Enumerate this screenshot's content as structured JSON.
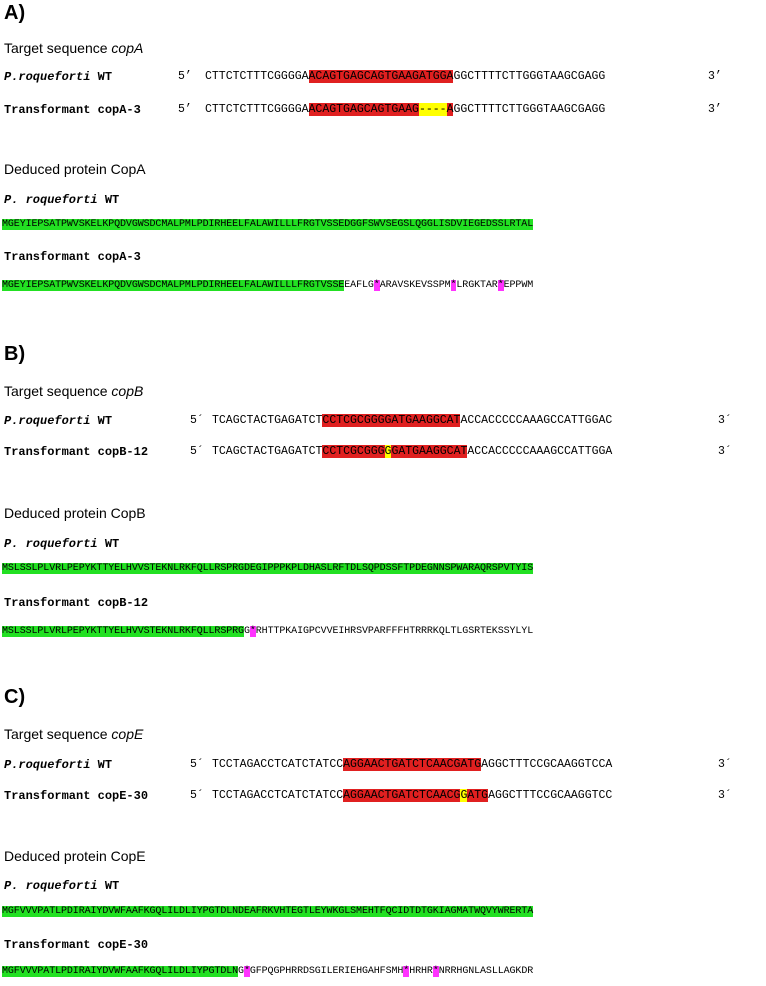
{
  "panels": [
    {
      "letter": "A)",
      "target_prefix": "Target sequence ",
      "gene": "copA",
      "wt_label_italic": "P.roqueforti",
      "wt_label_rest": " WT",
      "tr_label": "Transformant copA-3",
      "five": "5’",
      "three": "3’",
      "wt_seq": {
        "pre": "CTTCTCTTTCGGGGA",
        "red": "ACAGTGAGCAGTGAAGATGGA",
        "post": "GGCTTTTCTTGGGTAAGCGAGG"
      },
      "tr_seq": {
        "pre": "CTTCTCTTTCGGGGA",
        "red1": "ACAGTGAGCAGTGAAG",
        "yel": "----",
        "red2": "A",
        "post": "GGCTTTTCTTGGGTAAGCGAGG"
      },
      "protein_heading": "Deduced protein CopA",
      "prot_wt_label_italic": "P. roqueforti",
      "prot_wt_label_rest": " WT",
      "prot_tr_label": "Transformant copA-3",
      "prot_wt": "MGEYIEPSATPWVSKELKPQDVGWSDCMALPMLPDIRHEELFALAWILLLFRGTVSSEDGGFSWVSEGSLQGGLISDVIEGEDSSLRTAL",
      "prot_tr": [
        {
          "t": "MGEYIEPSATPWVSKELKPQDVGWSDCMALPMLPDIRHEELFALAWILLLFRGTVSSE",
          "c": "grn"
        },
        {
          "t": "EAFLG",
          "c": ""
        },
        {
          "t": "*",
          "c": "mag"
        },
        {
          "t": "ARAVSKEVSSPM",
          "c": ""
        },
        {
          "t": "*",
          "c": "mag"
        },
        {
          "t": "LRGKTAR",
          "c": ""
        },
        {
          "t": "*",
          "c": "mag"
        },
        {
          "t": "EPPWM",
          "c": ""
        }
      ]
    },
    {
      "letter": "B)",
      "target_prefix": "Target sequence ",
      "gene": "copB",
      "wt_label_italic": "P.roqueforti",
      "wt_label_rest": " WT",
      "tr_label": "Transformant copB-12",
      "five": "5´",
      "three": "3´",
      "wt_seq": {
        "pre": "TCAGCTACTGAGATCT",
        "red": "CCTCGCGGGGATGAAGGCAT",
        "post": "ACCACCCCCAAAGCCATTGGAC"
      },
      "tr_seq": {
        "pre": "TCAGCTACTGAGATCT",
        "red1": "CCTCGCGGG",
        "yel": "G",
        "red2": "GATGAAGGCAT",
        "post": "ACCACCCCCAAAGCCATTGGA"
      },
      "protein_heading": "Deduced protein CopB",
      "prot_wt_label_italic": "P. roqueforti",
      "prot_wt_label_rest": " WT",
      "prot_tr_label": "Transformant copB-12",
      "prot_wt": "MSLSSLPLVRLPEPYKTTYELHVVSTEKNLRKFQLLRSPRGDEGIPPPKPLDHASLRFTDLSQPDSSFTPDEGNNSPWARAQRSPVTYIS",
      "prot_tr": [
        {
          "t": "MSLSSLPLVRLPEPYKTTYELHVVSTEKNLRKFQLLRSPRG",
          "c": "grn"
        },
        {
          "t": "G",
          "c": ""
        },
        {
          "t": "*",
          "c": "mag"
        },
        {
          "t": "RHTTPKAIGPCVVEIHRSVPARFFFHTRRRKQLTLGSRTEKSSYLYL",
          "c": ""
        }
      ]
    },
    {
      "letter": "C)",
      "target_prefix": "Target sequence ",
      "gene": "copE",
      "wt_label_italic": "P.roqueforti",
      "wt_label_rest": " WT",
      "tr_label": "Transformant copE-30",
      "five": "5´",
      "three": "3´",
      "wt_seq": {
        "pre": "TCCTAGACCTCATCTATCC",
        "red": "AGGAACTGATCTCAACGATG",
        "post": "AGGCTTTCCGCAAGGTCCA"
      },
      "tr_seq": {
        "pre": "TCCTAGACCTCATCTATCC",
        "red1": "AGGAACTGATCTCAACG",
        "yel": "G",
        "red2": "ATG",
        "post": "AGGCTTTCCGCAAGGTCC"
      },
      "protein_heading": "Deduced protein CopE",
      "prot_wt_label_italic": "P. roqueforti",
      "prot_wt_label_rest": " WT",
      "prot_tr_label": "Transformant copE-30",
      "prot_wt": "MGFVVVPATLPDIRAIYDVWFAAFKGQLILDLIYPGTDLNDEAFRKVHTEGTLEYWKGLSMEHTFQCIDTDTGKIAGMATWQVYWRERTA",
      "prot_tr": [
        {
          "t": "MGFVVVPATLPDIRAIYDVWFAAFKGQLILDLIYPGTDLN",
          "c": "grn"
        },
        {
          "t": "G",
          "c": ""
        },
        {
          "t": "*",
          "c": "mag"
        },
        {
          "t": "GFPQGPHRRDSGILERIEHGAHFSMH",
          "c": ""
        },
        {
          "t": "*",
          "c": "mag"
        },
        {
          "t": "HRHR",
          "c": ""
        },
        {
          "t": "*",
          "c": "mag"
        },
        {
          "t": "NRRHGNLASLLAGKDR",
          "c": ""
        }
      ]
    }
  ]
}
